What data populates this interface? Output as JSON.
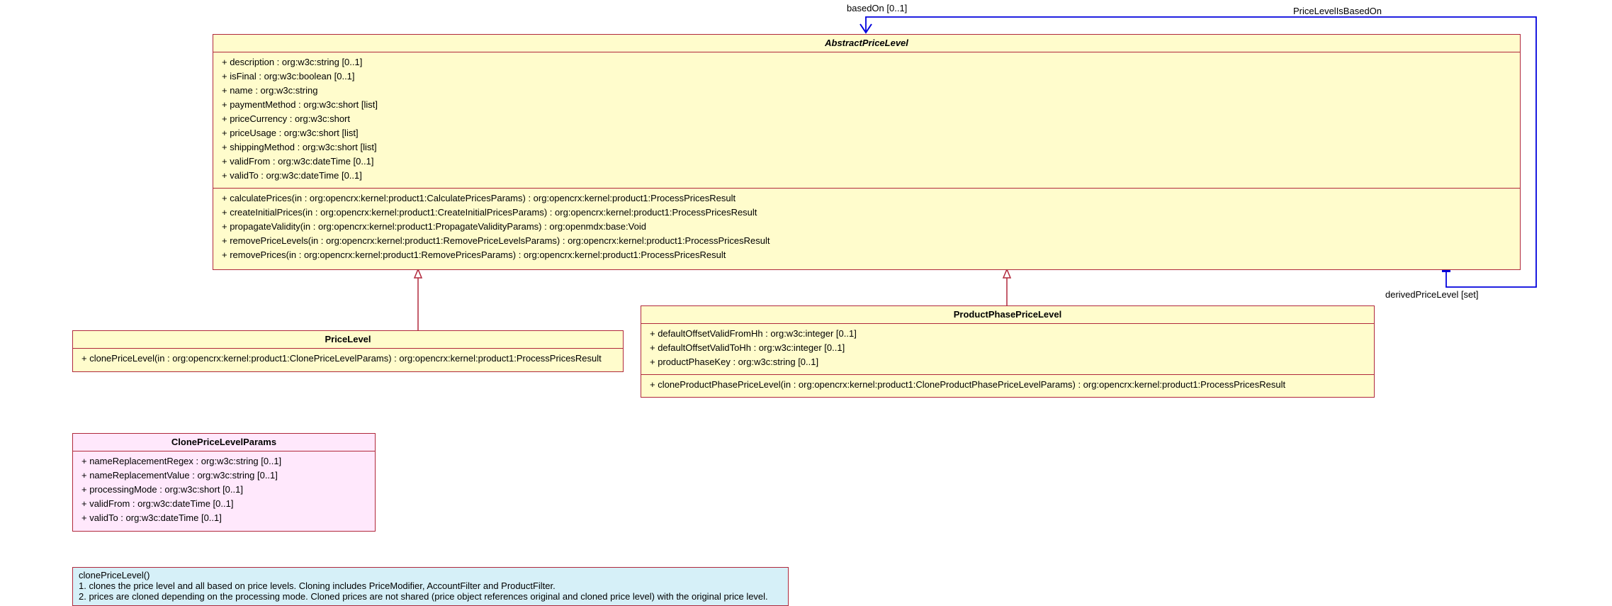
{
  "classes": {
    "abstract_price_level": {
      "name": "AbstractPriceLevel",
      "attributes": [
        "+ description : org:w3c:string [0..1]",
        "+ isFinal : org:w3c:boolean [0..1]",
        "+ name : org:w3c:string",
        "+ paymentMethod : org:w3c:short [list]",
        "+ priceCurrency : org:w3c:short",
        "+ priceUsage : org:w3c:short [list]",
        "+ shippingMethod : org:w3c:short [list]",
        "+ validFrom : org:w3c:dateTime [0..1]",
        "+ validTo : org:w3c:dateTime [0..1]"
      ],
      "operations": [
        "+ calculatePrices(in : org:opencrx:kernel:product1:CalculatePricesParams) : org:opencrx:kernel:product1:ProcessPricesResult",
        "+ createInitialPrices(in : org:opencrx:kernel:product1:CreateInitialPricesParams) : org:opencrx:kernel:product1:ProcessPricesResult",
        "+ propagateValidity(in : org:opencrx:kernel:product1:PropagateValidityParams) : org:openmdx:base:Void",
        "+ removePriceLevels(in : org:opencrx:kernel:product1:RemovePriceLevelsParams) : org:opencrx:kernel:product1:ProcessPricesResult",
        "+ removePrices(in : org:opencrx:kernel:product1:RemovePricesParams) : org:opencrx:kernel:product1:ProcessPricesResult"
      ]
    },
    "price_level": {
      "name": "PriceLevel",
      "operations": [
        "+ clonePriceLevel(in : org:opencrx:kernel:product1:ClonePriceLevelParams) : org:opencrx:kernel:product1:ProcessPricesResult"
      ]
    },
    "product_phase_price_level": {
      "name": "ProductPhasePriceLevel",
      "attributes": [
        "+ defaultOffsetValidFromHh : org:w3c:integer [0..1]",
        "+ defaultOffsetValidToHh : org:w3c:integer [0..1]",
        "+ productPhaseKey : org:w3c:string [0..1]"
      ],
      "operations": [
        "+ cloneProductPhasePriceLevel(in : org:opencrx:kernel:product1:CloneProductPhasePriceLevelParams) : org:opencrx:kernel:product1:ProcessPricesResult"
      ]
    },
    "clone_price_level_params": {
      "name": "ClonePriceLevelParams",
      "attributes": [
        "+ nameReplacementRegex : org:w3c:string [0..1]",
        "+ nameReplacementValue : org:w3c:string [0..1]",
        "+ processingMode : org:w3c:short [0..1]",
        "+ validFrom : org:w3c:dateTime [0..1]",
        "+ validTo : org:w3c:dateTime [0..1]"
      ]
    }
  },
  "association": {
    "name": "PriceLevelIsBasedOn",
    "end_based_on": "basedOn [0..1]",
    "end_derived": "derivedPriceLevel [set]"
  },
  "note": {
    "lines": [
      "clonePriceLevel()",
      "1. clones the price level and all based on price levels. Cloning includes PriceModifier, AccountFilter and ProductFilter.",
      "2. prices are cloned depending on the processing mode. Cloned prices are not shared (price object references original and cloned price level) with the original price level."
    ]
  },
  "colors": {
    "class_border": "#b0283b",
    "class_fill": "#fffccc",
    "param_fill": "#ffe8fc",
    "note_fill": "#d6f0f8",
    "association_line": "#0000dd"
  }
}
